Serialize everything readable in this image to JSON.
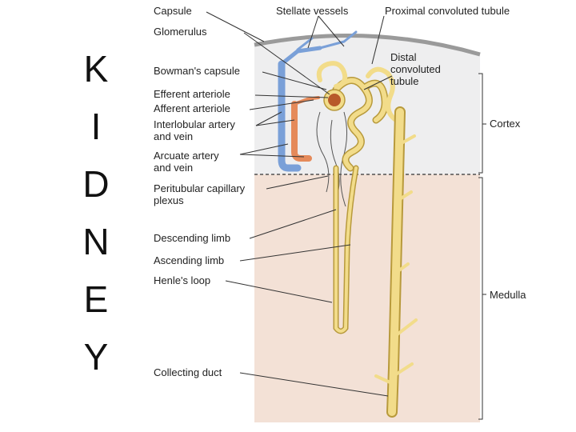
{
  "side_title": [
    "K",
    "I",
    "D",
    "N",
    "E",
    "Y"
  ],
  "labels": {
    "capsule": "Capsule",
    "stellate_vessels": "Stellate vessels",
    "proximal_convoluted_tubule": "Proximal convoluted tubule",
    "glomerulus": "Glomerulus",
    "distal_convoluted_tubule": [
      "Distal",
      "convoluted",
      "tubule"
    ],
    "bowmans_capsule": "Bowman's capsule",
    "efferent_arteriole": "Efferent arteriole",
    "afferent_arteriole": "Afferent arteriole",
    "interlobular_artery_and_vein": [
      "Interlobular artery",
      "and vein"
    ],
    "arcuate_artery_and_vein": [
      "Arcuate artery",
      "and vein"
    ],
    "peritubular_capillary_plexus": [
      "Peritubular capillary",
      "plexus"
    ],
    "descending_limb": "Descending limb",
    "ascending_limb": "Ascending limb",
    "henles_loop": "Henle's loop",
    "collecting_duct": "Collecting duct",
    "cortex": "Cortex",
    "medulla": "Medulla"
  },
  "colors": {
    "cortex_fill": "#eeeeef",
    "medulla_fill": "#f3e1d6",
    "tubule": "#f2dc8a",
    "tubule_outline": "#b89a3c",
    "vein": "#7aa0d8",
    "artery": "#e58a5a",
    "glomerulus": "#b85a2a",
    "leader_line": "#333333"
  }
}
